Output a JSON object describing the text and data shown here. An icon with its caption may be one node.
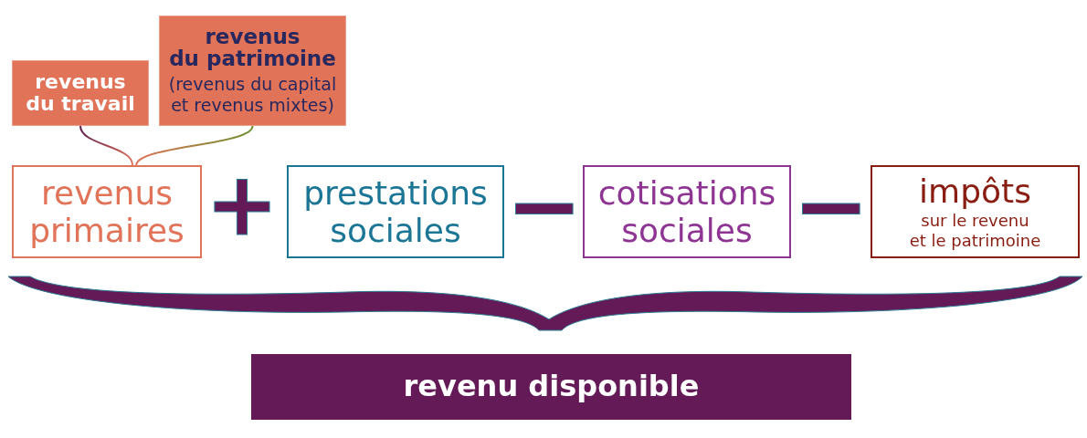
{
  "diagram": {
    "nodes": [
      {
        "text": [
          "revenus du travail"
        ]
      },
      {
        "text": [
          "revenus du patrimoine",
          "(revenus du capital et revenus mixtes)"
        ]
      },
      {
        "text": [
          "revenus primaires"
        ]
      },
      {
        "text": [
          "prestations sociales"
        ]
      },
      {
        "text": [
          "cotisations sociales"
        ]
      },
      {
        "text": [
          "impôts",
          "sur le revenu et le patrimoine"
        ]
      },
      {
        "text": [],
        "shape": "brace"
      },
      {
        "text": [
          "revenu disponible"
        ]
      }
    ],
    "edges": [
      {
        "from": 0,
        "to": 2,
        "arrow": "none"
      },
      {
        "from": 1,
        "to": 2,
        "arrow": "none"
      }
    ],
    "labels": [
      "+",
      "−",
      "−"
    ]
  }
}
